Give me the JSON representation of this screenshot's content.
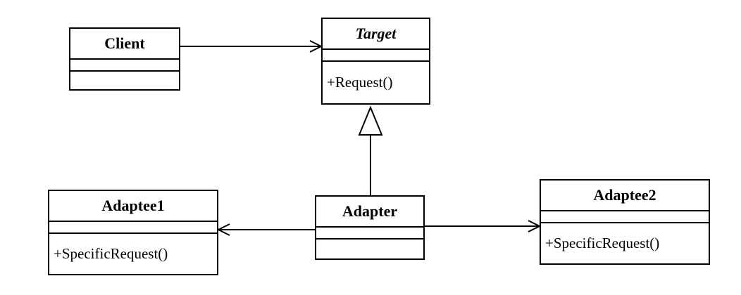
{
  "classes": {
    "client": {
      "name": "Client"
    },
    "target": {
      "name": "Target",
      "operation": "+Request()"
    },
    "adapter": {
      "name": "Adapter"
    },
    "adaptee1": {
      "name": "Adaptee1",
      "operation": "+SpecificRequest()"
    },
    "adaptee2": {
      "name": "Adaptee2",
      "operation": "+SpecificRequest()"
    }
  },
  "relationships": [
    {
      "from": "Client",
      "to": "Target",
      "type": "association"
    },
    {
      "from": "Adapter",
      "to": "Target",
      "type": "generalization"
    },
    {
      "from": "Adapter",
      "to": "Adaptee1",
      "type": "association"
    },
    {
      "from": "Adapter",
      "to": "Adaptee2",
      "type": "association"
    }
  ],
  "colors": {
    "line": "#000000",
    "background": "#ffffff"
  }
}
